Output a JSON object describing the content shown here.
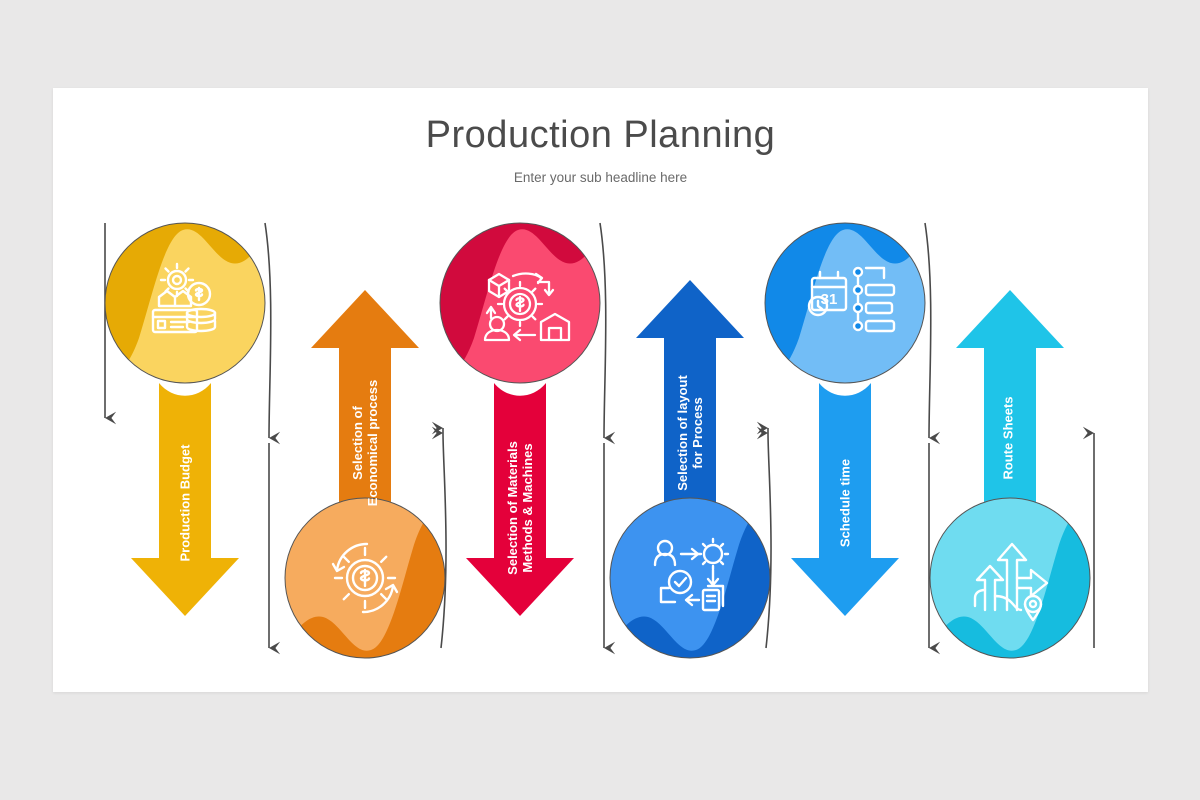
{
  "slide": {
    "title": "Production Planning",
    "subtitle": "Enter your sub headline here",
    "background_color": "#e9e8e8",
    "canvas_color": "#ffffff"
  },
  "chart_data": {
    "type": "diagram",
    "title": "Production Planning",
    "subtitle": "Enter your sub headline here",
    "layout": "alternating zig-zag circle-and-arrow process flow, 6 steps",
    "steps": [
      {
        "index": 1,
        "label": "Production Budget",
        "arrow_direction": "down",
        "circle_position": "top",
        "color": "#efb206",
        "color_dark": "#e0a400",
        "color_light": "#fad45f",
        "icon": "factory-gear-money-icon"
      },
      {
        "index": 2,
        "label": "Selection of Economical process",
        "arrow_direction": "up",
        "circle_position": "bottom",
        "color": "#e57c10",
        "color_dark": "#e07b10",
        "color_light": "#f6ab5e",
        "icon": "gear-dollar-cycle-icon"
      },
      {
        "index": 3,
        "label": "Selection of Materials Methods & Machines",
        "arrow_direction": "down",
        "circle_position": "top",
        "color": "#e4003a",
        "color_dark": "#d10a3d",
        "color_light": "#fa4a70",
        "icon": "supply-chain-cycle-icon"
      },
      {
        "index": 4,
        "label": "Selection of layout for Process",
        "arrow_direction": "up",
        "circle_position": "bottom",
        "color": "#0f63c8",
        "color_dark": "#0f63c8",
        "color_light": "#3d93f0",
        "icon": "workflow-approval-icon"
      },
      {
        "index": 5,
        "label": "Schedule time",
        "arrow_direction": "down",
        "circle_position": "top",
        "color": "#1e9df0",
        "color_dark": "#1189e8",
        "color_light": "#72bdf6",
        "icon": "calendar-schedule-icon"
      },
      {
        "index": 6,
        "label": "Route Sheets",
        "arrow_direction": "up",
        "circle_position": "bottom",
        "color": "#1fc4e8",
        "color_dark": "#16bcdf",
        "color_light": "#6fdcf0",
        "icon": "route-arrows-pin-icon"
      }
    ],
    "labels_line_breaks": [
      [
        "Production Budget"
      ],
      [
        "Selection of",
        "Economical process"
      ],
      [
        "Selection of Materials",
        "Methods & Machines"
      ],
      [
        "Selection of layout",
        "for Process"
      ],
      [
        "Schedule time"
      ],
      [
        "Route Sheets"
      ]
    ],
    "connector_color": "#4a4a4a"
  }
}
